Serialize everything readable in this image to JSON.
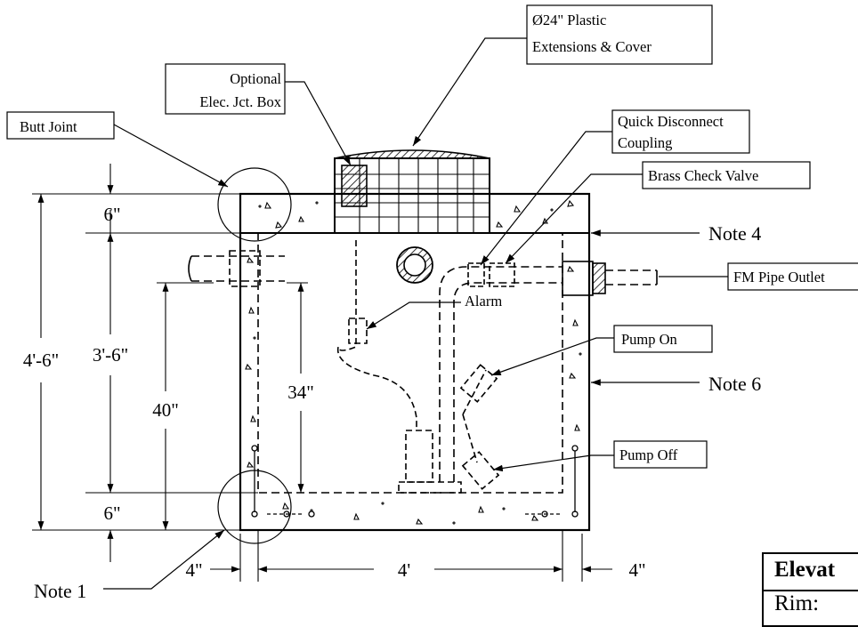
{
  "callouts": {
    "plastic_ext_line1": "Ø24\" Plastic",
    "plastic_ext_line2": "Extensions & Cover",
    "elec_box_line1": "Optional",
    "elec_box_line2": "Elec. Jct. Box",
    "butt_joint": "Butt Joint",
    "quick_disconnect_line1": "Quick Disconnect",
    "quick_disconnect_line2": "Coupling",
    "brass_check_valve": "Brass Check Valve",
    "fm_pipe_outlet": "FM Pipe Outlet",
    "pump_on": "Pump On",
    "pump_off": "Pump Off",
    "alarm": "Alarm"
  },
  "notes": {
    "note4": "Note 4",
    "note6": "Note 6",
    "note1": "Note 1"
  },
  "dimensions": {
    "top_slab": "6\"",
    "bottom_slab": "6\"",
    "overall_height": "4'-6\"",
    "inner_height": "3'-6\"",
    "inlet_height": "40\"",
    "outlet_height": "34\"",
    "left_wall": "4\"",
    "inner_width": "4'",
    "right_wall": "4\""
  },
  "title_block": {
    "heading": "Elevat",
    "rim": "Rim:"
  }
}
